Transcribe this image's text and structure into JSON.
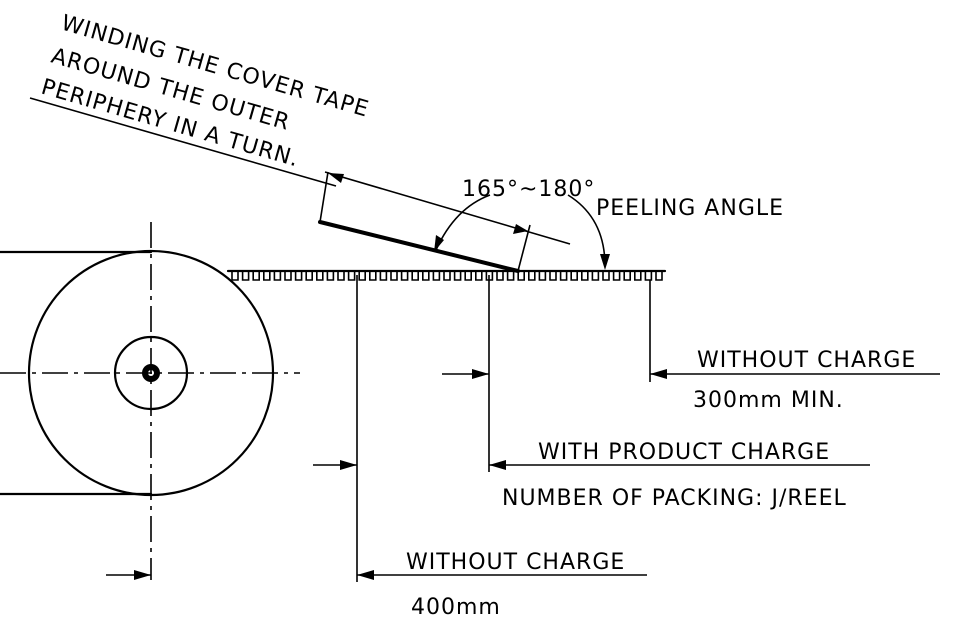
{
  "annotations": {
    "winding_line1": "WINDING THE COVER TAPE",
    "winding_line2": "AROUND THE OUTER",
    "winding_line3": "PERIPHERY IN A TURN.",
    "angle_value": "165°~180°",
    "peeling_angle": "PEELING ANGLE",
    "without_charge_top": "WITHOUT CHARGE",
    "min_length": "300mm MIN.",
    "with_product_charge": "WITH PRODUCT CHARGE",
    "packing_number": "NUMBER OF PACKING: J/REEL",
    "without_charge_bottom": "WITHOUT CHARGE",
    "leader_length": "400mm"
  }
}
